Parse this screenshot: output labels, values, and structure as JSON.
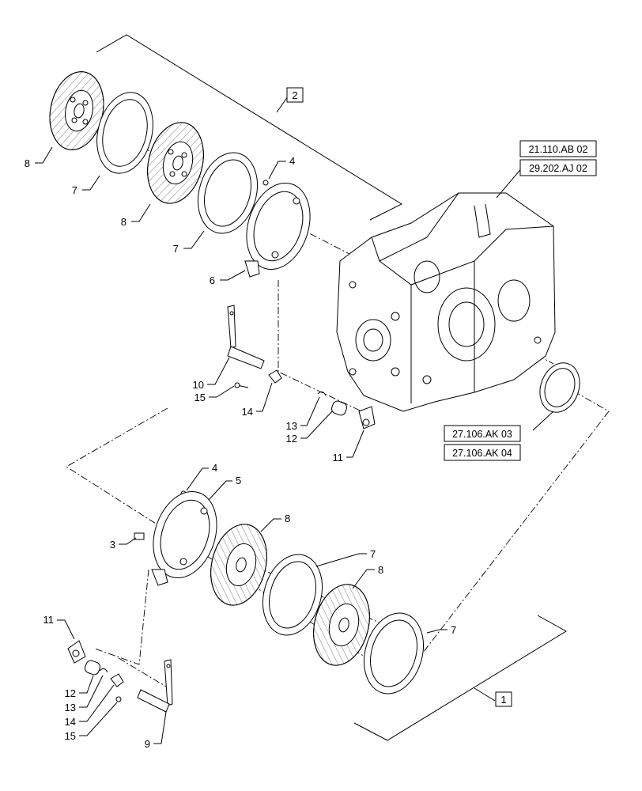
{
  "callouts": {
    "c_8a": "8",
    "c_7a": "7",
    "c_8b": "8",
    "c_7b": "7",
    "c_4a": "4",
    "c_6": "6",
    "c_10": "10",
    "c_15a": "15",
    "c_14a": "14",
    "c_13a": "13",
    "c_12a": "12",
    "c_11a": "11",
    "c_4b": "4",
    "c_5": "5",
    "c_3": "3",
    "c_8c": "8",
    "c_7c": "7",
    "c_8d": "8",
    "c_7d": "7",
    "c_11b": "11",
    "c_12b": "12",
    "c_13b": "13",
    "c_14b": "14",
    "c_15b": "15",
    "c_9": "9"
  },
  "group_boxes": {
    "group_2": "2",
    "group_1": "1"
  },
  "references": {
    "ref_top_1": "21.110.AB 02",
    "ref_top_2": "29.202.AJ 02",
    "ref_side_1": "27.106.AK 03",
    "ref_side_2": "27.106.AK 04"
  }
}
